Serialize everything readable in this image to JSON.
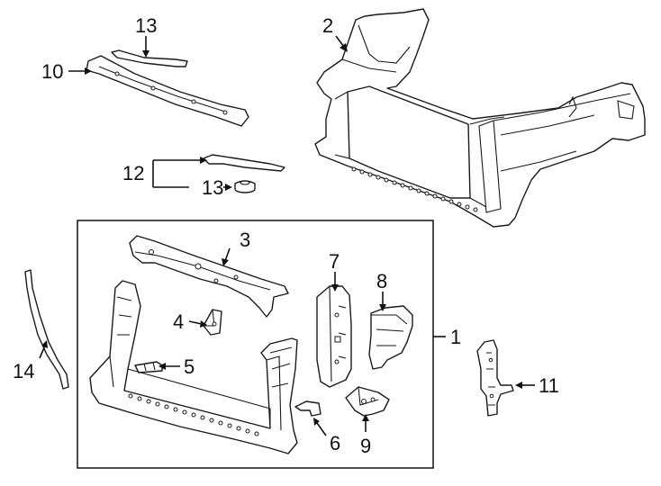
{
  "diagram": {
    "callouts": [
      {
        "id": "c1",
        "label": "1"
      },
      {
        "id": "c2",
        "label": "2"
      },
      {
        "id": "c3",
        "label": "3"
      },
      {
        "id": "c4",
        "label": "4"
      },
      {
        "id": "c5",
        "label": "5"
      },
      {
        "id": "c6",
        "label": "6"
      },
      {
        "id": "c7",
        "label": "7"
      },
      {
        "id": "c8",
        "label": "8"
      },
      {
        "id": "c9",
        "label": "9"
      },
      {
        "id": "c10",
        "label": "10"
      },
      {
        "id": "c11",
        "label": "11"
      },
      {
        "id": "c12",
        "label": "12"
      },
      {
        "id": "c13a",
        "label": "13"
      },
      {
        "id": "c13b",
        "label": "13"
      },
      {
        "id": "c14",
        "label": "14"
      }
    ]
  }
}
